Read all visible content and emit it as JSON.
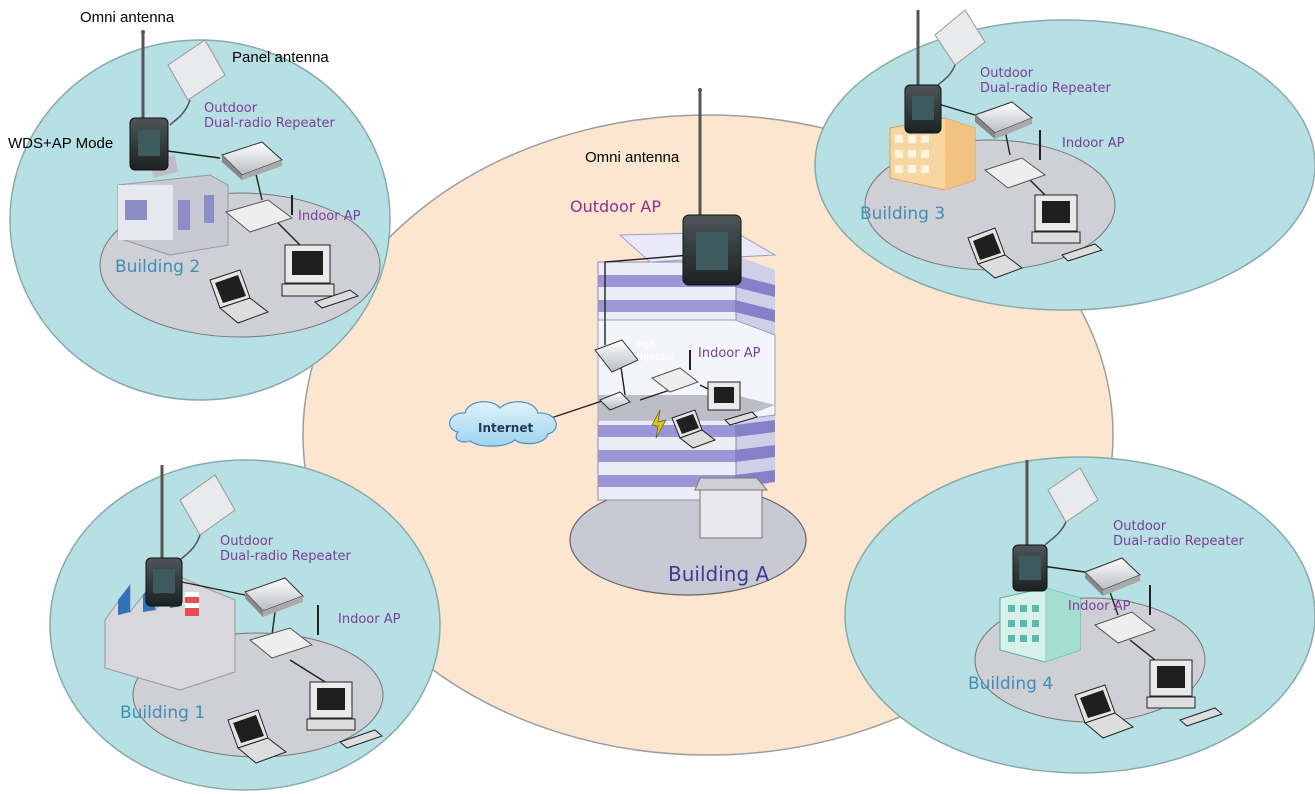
{
  "labels": {
    "omni_antenna_top_left": "Omni antenna",
    "panel_antenna": "Panel antenna",
    "wds_ap_mode": "WDS+AP Mode",
    "omni_antenna_center": "Omni antenna",
    "outdoor_ap": "Outdoor AP",
    "poe_line1": "PoE",
    "poe_line2": "Injector",
    "indoor_ap": "Indoor AP",
    "internet": "Internet",
    "building_a": "Building A",
    "outdoor": "Outdoor",
    "dual_radio_repeater": "Dual-radio Repeater"
  },
  "buildings": [
    {
      "id": "b2",
      "name": "Building 2"
    },
    {
      "id": "b3",
      "name": "Building 3"
    },
    {
      "id": "b1",
      "name": "Building 1"
    },
    {
      "id": "b4",
      "name": "Building 4"
    }
  ],
  "colors": {
    "central_zone": "#fce6cf",
    "remote_zone": "#b6e0e4",
    "floor_disc": "#cfcfd6",
    "building_a_stripe": "#9b97d6",
    "label_purple": "#7a3f9a",
    "label_blue": "#3e8fb8"
  }
}
